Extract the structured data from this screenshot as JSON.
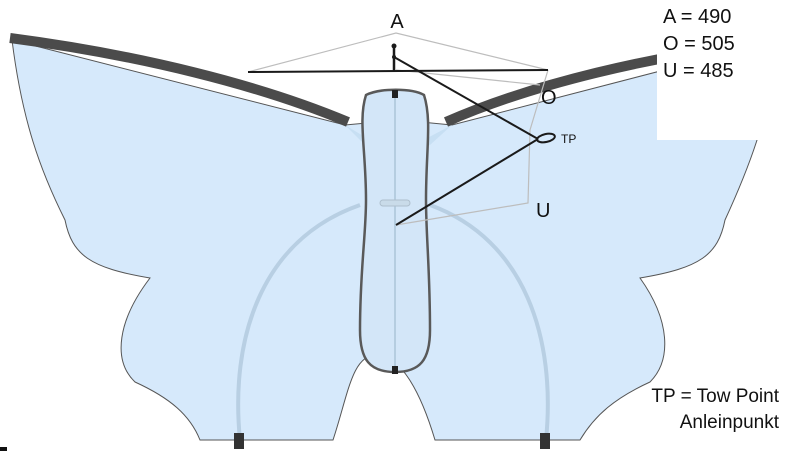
{
  "labels": {
    "A": "A",
    "O": "O",
    "U": "U",
    "TP": "TP"
  },
  "legend": {
    "a_value": "A = 490",
    "o_value": "O = 505",
    "u_value": "U = 485"
  },
  "note": {
    "line1": "TP = Tow Point",
    "line2": "Anleinpunkt"
  },
  "colors": {
    "wing_fill": "#d6e9fb",
    "wing_stroke": "#555555",
    "spar": "#4b4b4b",
    "body_stroke": "#595959",
    "bridle": "#1a1a1a",
    "guide": "#bdbdbd",
    "rod": "#b8cfe3"
  }
}
